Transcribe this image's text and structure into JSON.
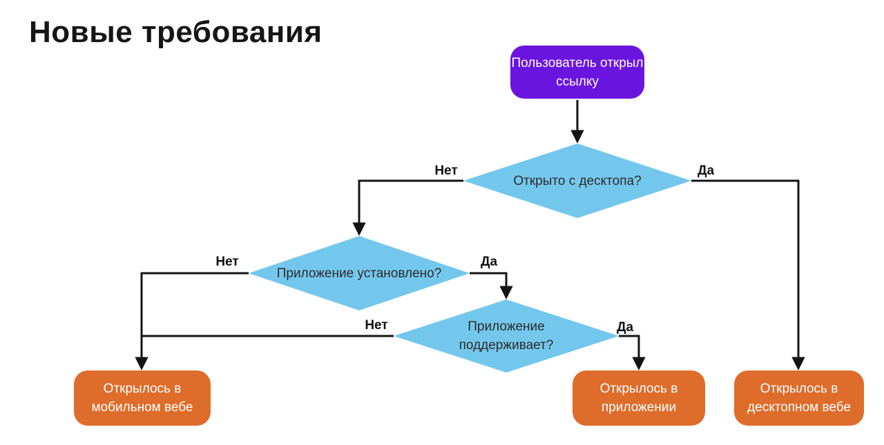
{
  "page": {
    "title": "Новые требования"
  },
  "colors": {
    "start_node": "#6A14DF",
    "decision_node": "#74C7EC",
    "outcome_node": "#DE6C2B",
    "connector": "#141414",
    "node_text_light": "#ffffff",
    "decision_text_dark": "#2b2b2b",
    "title_text": "#161616"
  },
  "flowchart": {
    "start": {
      "label": "Пользователь открыл ссылку"
    },
    "decision_desktop": {
      "label": "Открыто с десктопа?"
    },
    "decision_installed": {
      "label": "Приложение установлено?"
    },
    "decision_supports": {
      "label": "Приложение поддерживает?"
    },
    "outcome_mobile_web": {
      "label": "Открылось в мобильном вебе"
    },
    "outcome_app": {
      "label": "Открылось в приложении"
    },
    "outcome_desktop_web": {
      "label": "Открылось в десктопном вебе"
    },
    "edge_labels": {
      "desktop_no": "Нет",
      "desktop_yes": "Да",
      "installed_no": "Нет",
      "installed_yes": "Да",
      "supports_no": "Нет",
      "supports_yes": "Да"
    }
  }
}
